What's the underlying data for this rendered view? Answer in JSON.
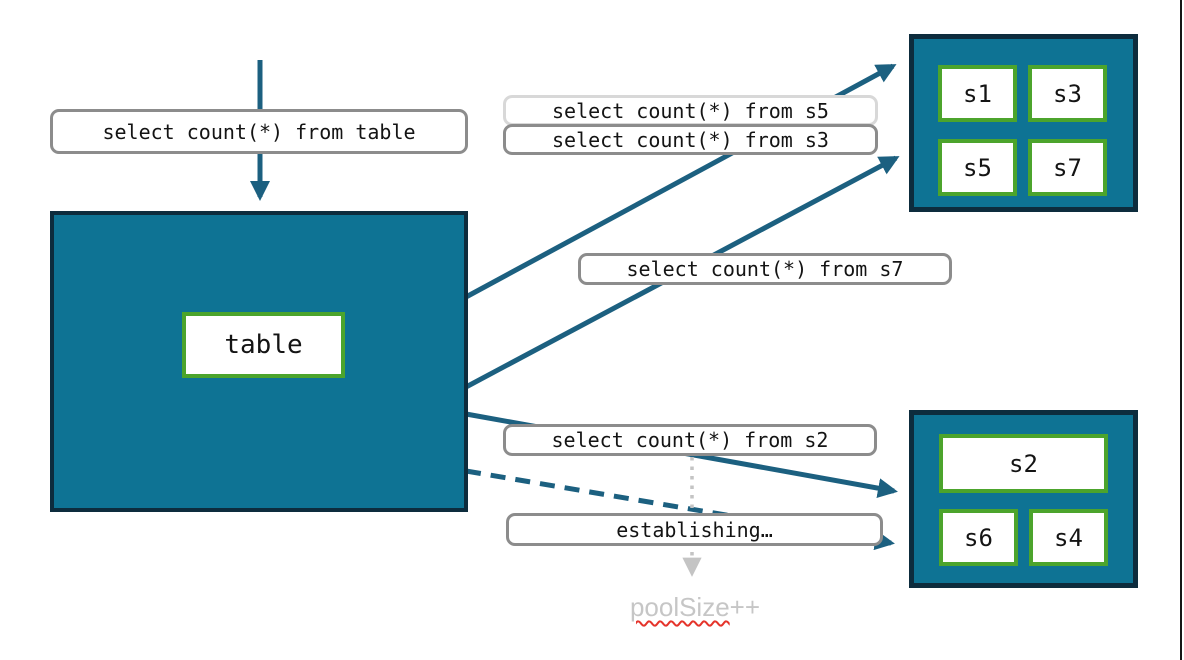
{
  "queries": {
    "table": "select count(*) from table",
    "s5": "select count(*) from s5",
    "s3": "select count(*) from s3",
    "s7": "select count(*) from s7",
    "s2": "select count(*) from s2",
    "establishing": "establishing…"
  },
  "source_table": {
    "label": "table"
  },
  "shard_pools": {
    "top": {
      "shards": [
        "s1",
        "s3",
        "s5",
        "s7"
      ]
    },
    "bottom": {
      "shards": [
        "s2",
        "s6",
        "s4"
      ]
    }
  },
  "annotation": {
    "pool_size_word": "poolSize",
    "pool_size_suffix": "++"
  },
  "colors": {
    "box_fill": "#0E7394",
    "box_border": "#0D2C3D",
    "shard_border": "#4CA42C",
    "arrow": "#1C6080",
    "label_border": "#8C8C8C",
    "label_border_light": "#D8D8D8",
    "muted_text": "#C6C6C6",
    "dotted_arrow": "#C4C4C4",
    "spellcheck_underline": "#E5342B"
  }
}
